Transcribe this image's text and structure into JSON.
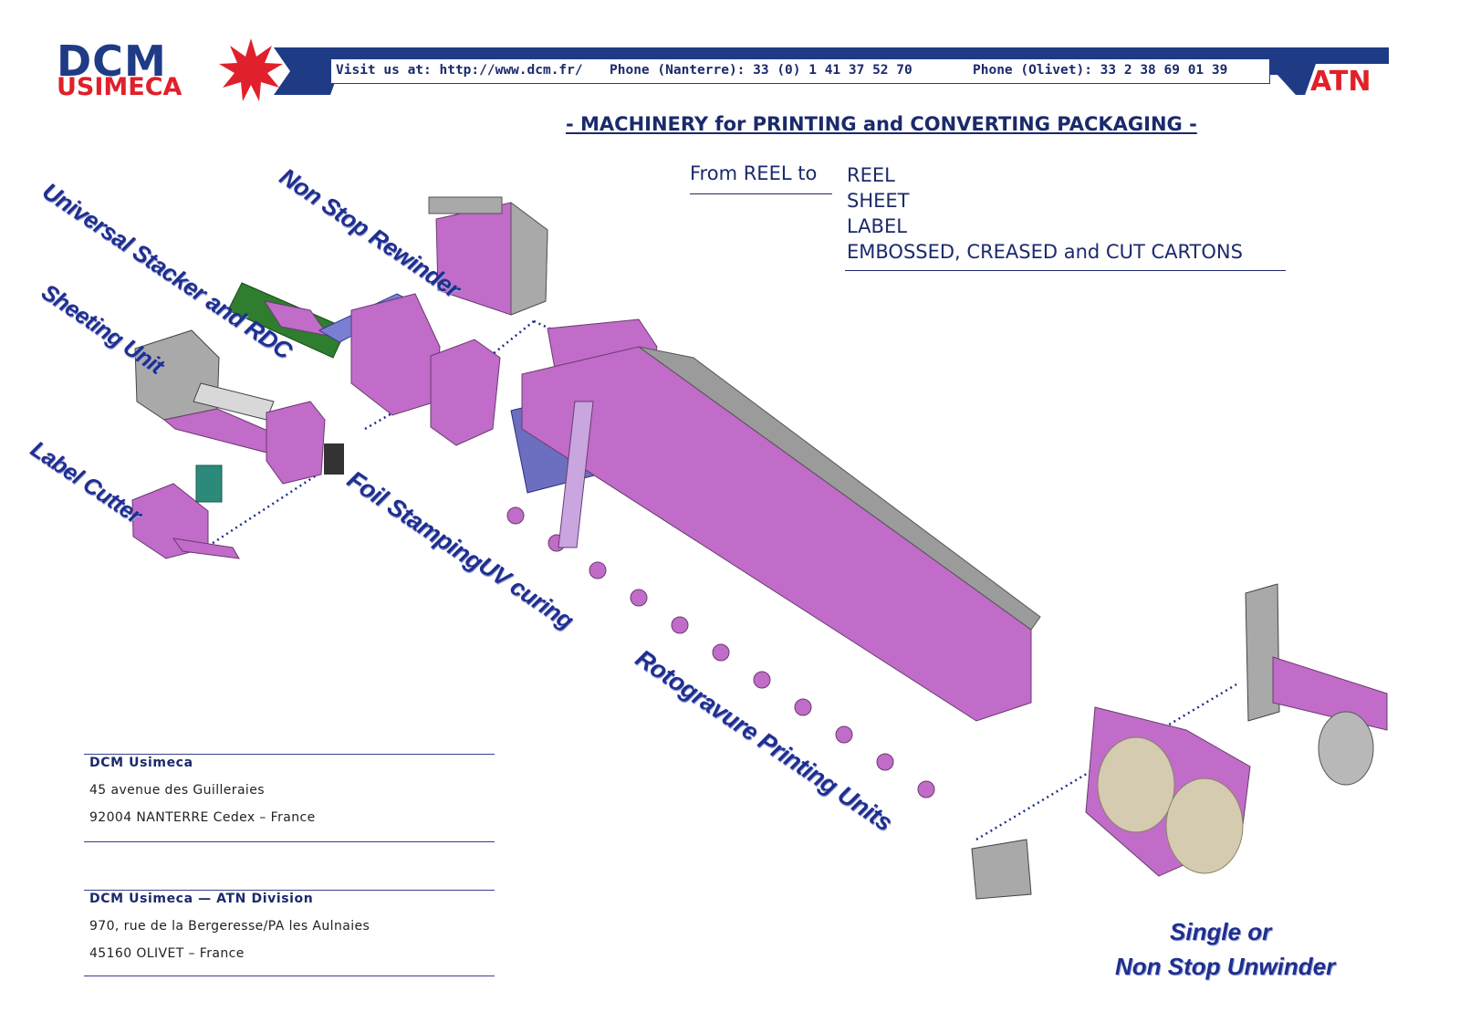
{
  "header": {
    "logo_line1": "DCM",
    "logo_line2": "USIMECA",
    "website": "Visit us at: http://www.dcm.fr/",
    "phone_nanterre": "Phone (Nanterre): 33 (0) 1 41 37 52 70",
    "phone_olivet": "Phone (Olivet): 33 2 38 69 01 39",
    "atn_logo": "ATN"
  },
  "headline": "- MACHINERY for PRINTING and CONVERTING PACKAGING -",
  "from_label": "From REEL to",
  "products": [
    "REEL",
    "SHEET",
    "LABEL",
    "EMBOSSED, CREASED and CUT CARTONS"
  ],
  "machine_labels": {
    "non_stop_rewinder": "Non Stop Rewinder",
    "universal_stacker": "Universal Stacker and RDC",
    "sheeting_unit": "Sheeting Unit",
    "label_cutter": "Label Cutter",
    "foil_stamping": "Foil Stamping",
    "uv_curing": "UV curing",
    "rotogravure": "Rotogravure Printing Units",
    "unwinder_line1": "Single or",
    "unwinder_line2": "Non Stop Unwinder"
  },
  "addresses": [
    {
      "title": "DCM Usimeca",
      "line1": "45 avenue des Guilleraies",
      "line2": "92004 NANTERRE Cedex – France"
    },
    {
      "title": "DCM Usimeca — ATN Division",
      "line1": "970, rue de la Bergeresse/PA les Aulnaies",
      "line2": "45160 OLIVET  – France"
    }
  ],
  "colors": {
    "navy": "#1f3b86",
    "red": "#e0202a",
    "machine_magenta": "#c06cc8",
    "machine_grey": "#a9a9a9"
  },
  "icons": [
    "dcm-star-logo",
    "atn-logo",
    "machine-illustration"
  ]
}
